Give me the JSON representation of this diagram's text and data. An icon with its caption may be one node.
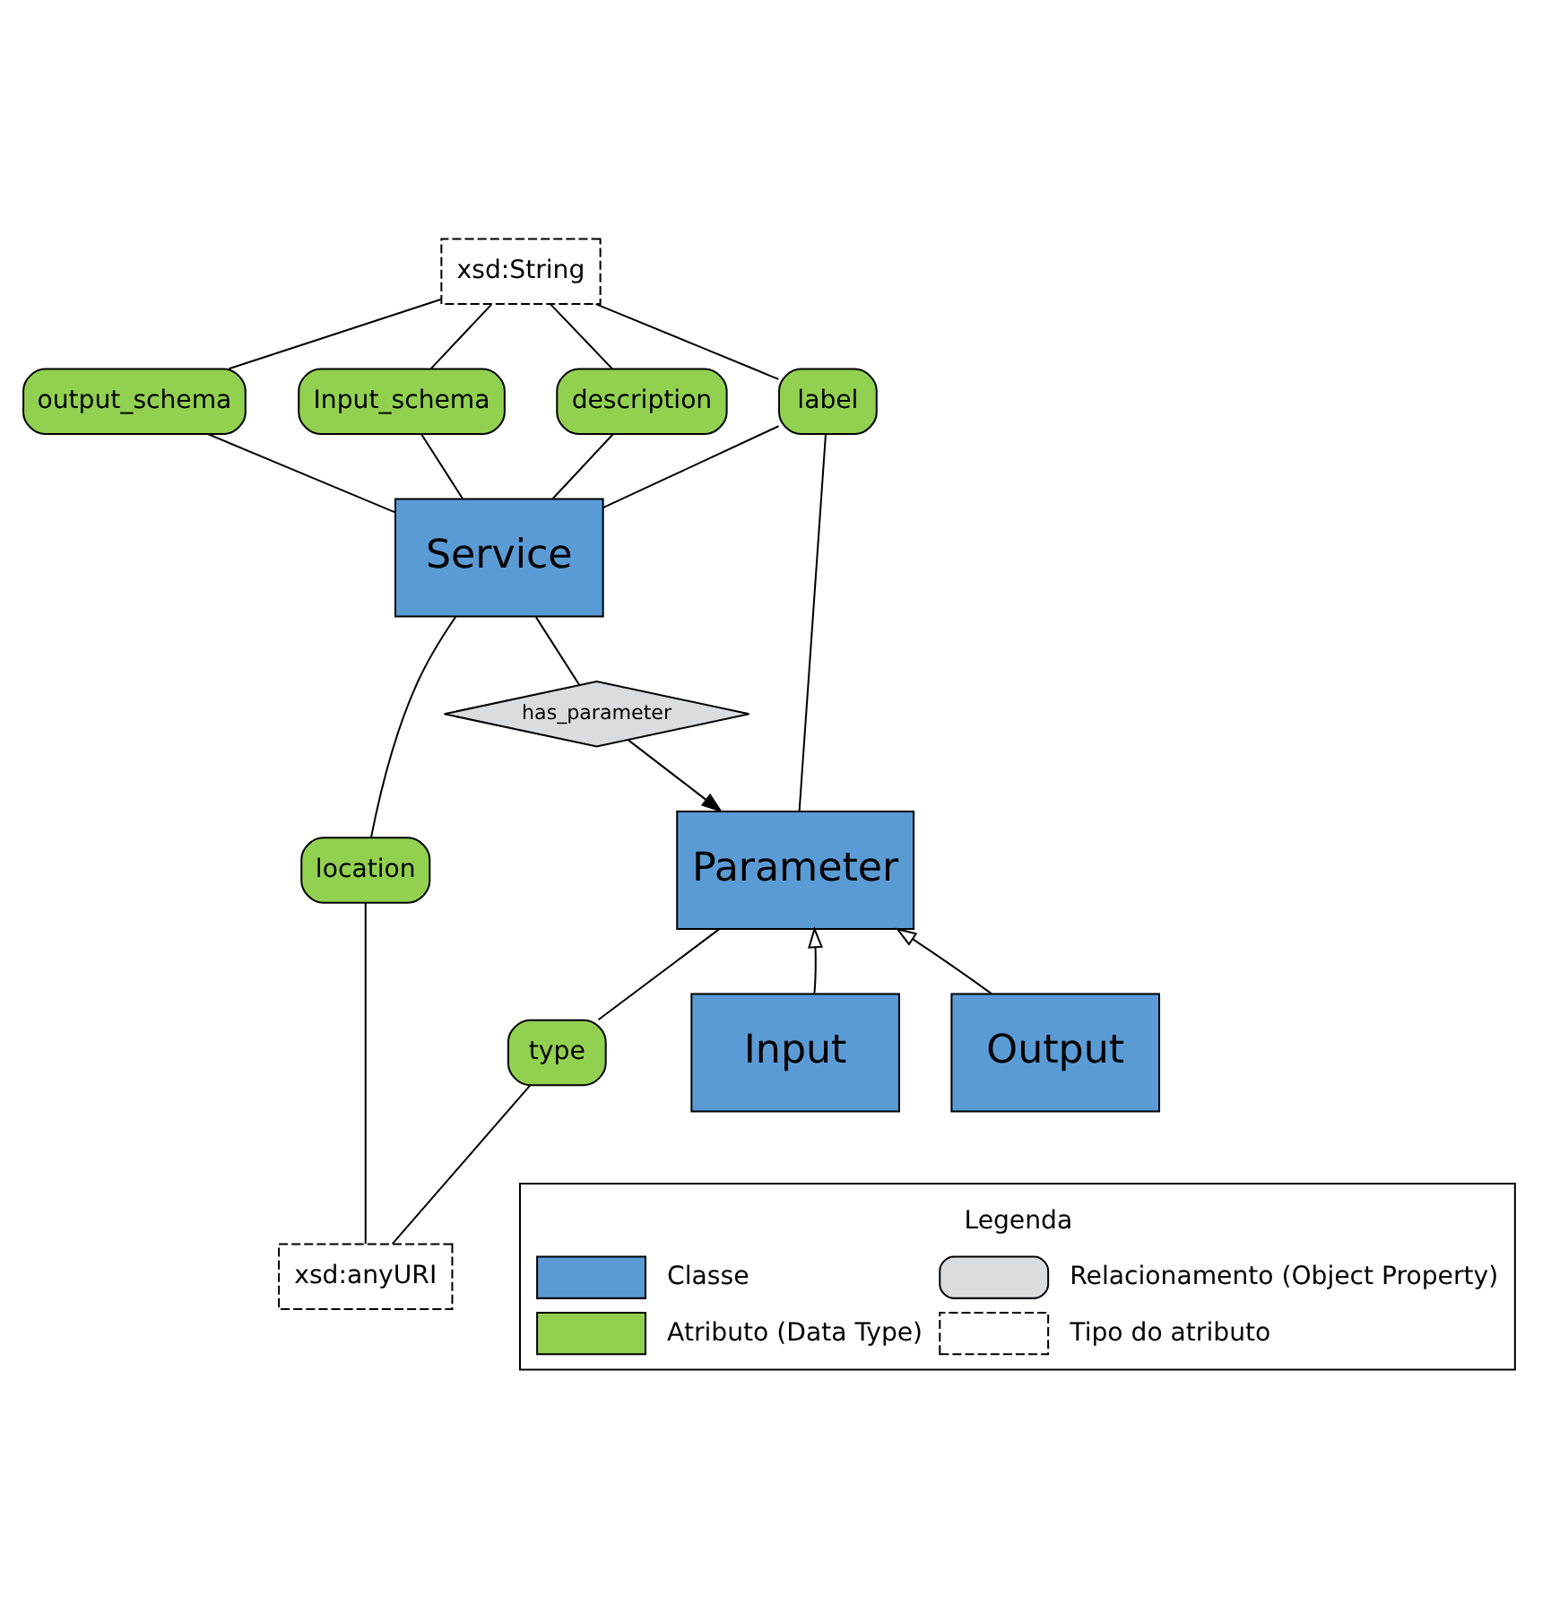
{
  "diagram": {
    "nodes": [
      {
        "text": [
          "xsd:String"
        ]
      },
      {
        "text": [
          "output_schema"
        ]
      },
      {
        "text": [
          "Input_schema"
        ]
      },
      {
        "text": [
          "description"
        ]
      },
      {
        "text": [
          "Service"
        ]
      },
      {
        "text": [
          "label"
        ]
      },
      {
        "text": [
          "has_parameter"
        ]
      },
      {
        "text": [
          "location"
        ]
      },
      {
        "text": [
          "Parameter"
        ]
      },
      {
        "text": [
          "xsd:anyURI"
        ]
      },
      {
        "text": [
          "type"
        ]
      },
      {
        "text": [
          "Input"
        ]
      },
      {
        "text": [
          "Output"
        ]
      }
    ],
    "edges": [
      {
        "from": 0,
        "to": 1,
        "arrow": "none"
      },
      {
        "from": 1,
        "to": 4,
        "arrow": "none"
      },
      {
        "from": 0,
        "to": 2,
        "arrow": "none"
      },
      {
        "from": 2,
        "to": 4,
        "arrow": "none"
      },
      {
        "from": 0,
        "to": 3,
        "arrow": "none"
      },
      {
        "from": 3,
        "to": 4,
        "arrow": "none"
      },
      {
        "from": 0,
        "to": 5,
        "arrow": "none"
      },
      {
        "from": 5,
        "to": 4,
        "arrow": "none"
      },
      {
        "from": 5,
        "to": 8,
        "arrow": "none"
      },
      {
        "from": 4,
        "to": 7,
        "arrow": "none"
      },
      {
        "from": 7,
        "to": 9,
        "arrow": "none"
      },
      {
        "from": 4,
        "to": 6,
        "arrow": "none"
      },
      {
        "from": 6,
        "to": 8,
        "arrow": "to"
      },
      {
        "from": 8,
        "to": 10,
        "arrow": "none"
      },
      {
        "from": 10,
        "to": 9,
        "arrow": "none"
      },
      {
        "from": 11,
        "to": 8,
        "arrow": "to"
      },
      {
        "from": 12,
        "to": 8,
        "arrow": "to"
      }
    ],
    "labels": [
      "Legenda"
    ],
    "legend": [
      {
        "text": "Classe",
        "color": "#5b9bd5"
      },
      {
        "text": "Relacionamento (Object Property)"
      },
      {
        "text": "Atributo (Data Type)",
        "color": "#92d050"
      },
      {
        "text": "Tipo do atributo"
      }
    ]
  }
}
